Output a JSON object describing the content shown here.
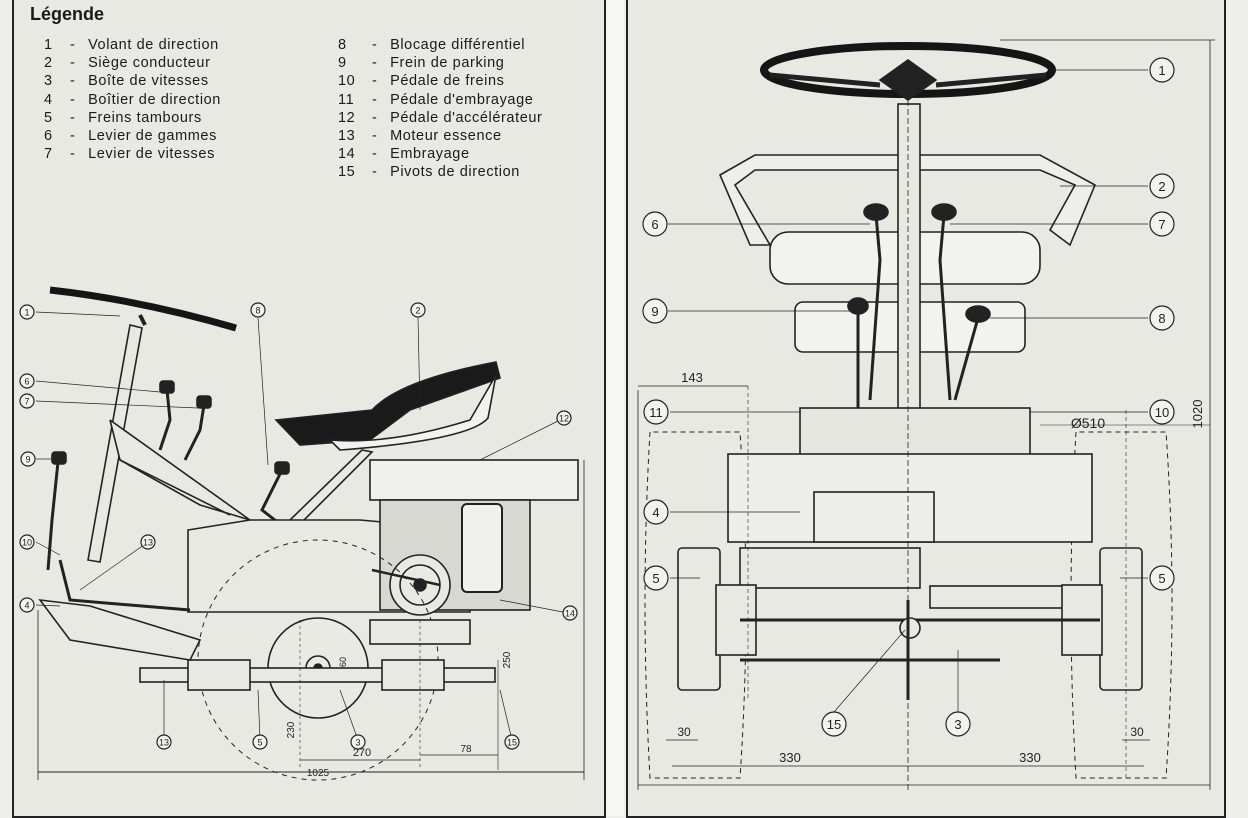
{
  "legend": {
    "title": "Légende",
    "items": [
      {
        "num": "1",
        "sep": "-",
        "label": "Volant de direction"
      },
      {
        "num": "2",
        "sep": "-",
        "label": "Siège conducteur"
      },
      {
        "num": "3",
        "sep": "-",
        "label": "Boîte de vitesses"
      },
      {
        "num": "4",
        "sep": "-",
        "label": "Boîtier de direction"
      },
      {
        "num": "5",
        "sep": "-",
        "label": "Freins tambours"
      },
      {
        "num": "6",
        "sep": "-",
        "label": "Levier de gammes"
      },
      {
        "num": "7",
        "sep": "-",
        "label": "Levier de vitesses"
      },
      {
        "num": "8",
        "sep": "-",
        "label": "Blocage différentiel"
      },
      {
        "num": "9",
        "sep": "-",
        "label": "Frein de parking"
      },
      {
        "num": "10",
        "sep": "-",
        "label": "Pédale de freins"
      },
      {
        "num": "11",
        "sep": "-",
        "label": "Pédale d'embrayage"
      },
      {
        "num": "12",
        "sep": "-",
        "label": "Pédale d'accélérateur"
      },
      {
        "num": "13",
        "sep": "-",
        "label": "Moteur essence"
      },
      {
        "num": "14",
        "sep": "-",
        "label": "Embrayage"
      },
      {
        "num": "15",
        "sep": "-",
        "label": "Pivots de direction"
      }
    ]
  },
  "side_view": {
    "callouts": [
      "1",
      "6",
      "7",
      "9",
      "10",
      "4",
      "8",
      "2",
      "12",
      "13",
      "14",
      "13",
      "5",
      "3",
      "15"
    ],
    "dimensions": {
      "d1": "250",
      "d2": "270",
      "d3": "78",
      "d4": "1025",
      "d5": "230",
      "d6": "60"
    }
  },
  "front_view": {
    "callouts": [
      "1",
      "2",
      "6",
      "7",
      "9",
      "8",
      "11",
      "10",
      "4",
      "5",
      "5",
      "15",
      "3"
    ],
    "dimensions": {
      "width_top": "143",
      "wheel_dia": "Ø510",
      "height": "1020",
      "half_width_left": "330",
      "half_width_right": "330",
      "tire_left": "30",
      "tire_right": "30"
    }
  }
}
